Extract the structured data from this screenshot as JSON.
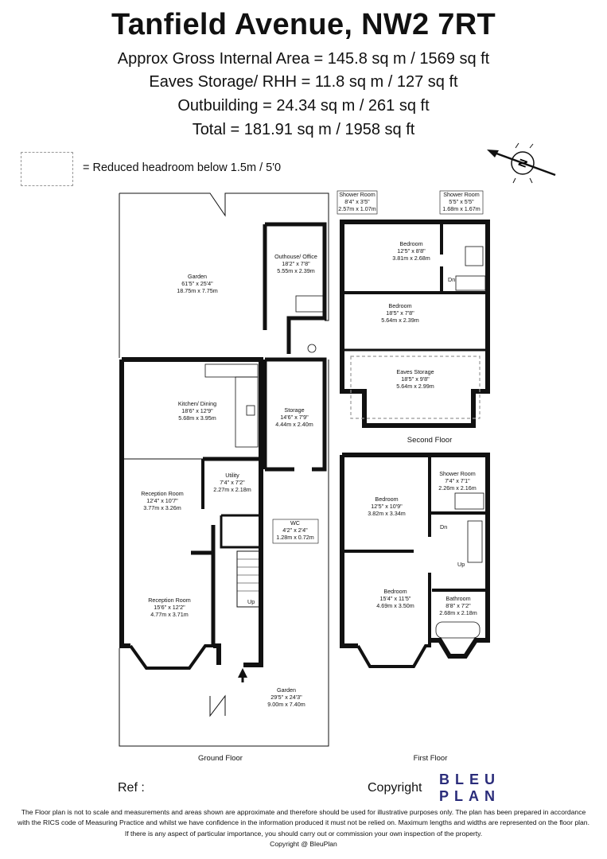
{
  "header": {
    "title": "Tanfield Avenue, NW2 7RT",
    "line1": "Approx Gross Internal Area = 145.8 sq m / 1569 sq ft",
    "line2": "Eaves Storage/ RHH = 11.8 sq m / 127 sq ft",
    "line3": "Outbuilding = 24.34 sq m / 261 sq ft",
    "line4": "Total = 181.91 sq m / 1958 sq ft"
  },
  "legend": {
    "text": "= Reduced headroom below 1.5m / 5'0"
  },
  "compass": {
    "letter": "N"
  },
  "rooms": {
    "garden_rear": {
      "name": "Garden",
      "imp": "61'5\" x 25'4\"",
      "met": "18.75m x 7.75m"
    },
    "outhouse": {
      "name": "Outhouse/ Office",
      "imp": "18'2\" x 7'8\"",
      "met": "5.55m x 2.39m"
    },
    "kitchen": {
      "name": "Kitchen/ Dining",
      "imp": "18'6\" x 12'9\"",
      "met": "5.68m x 3.95m"
    },
    "storage": {
      "name": "Storage",
      "imp": "14'6\" x 7'9\"",
      "met": "4.44m x 2.40m"
    },
    "utility": {
      "name": "Utility",
      "imp": "7'4\" x 7'2\"",
      "met": "2.27m x 2.18m"
    },
    "reception1": {
      "name": "Reception Room",
      "imp": "12'4\" x 10'7\"",
      "met": "3.77m x 3.26m"
    },
    "wc": {
      "name": "WC",
      "imp": "4'2\" x 2'4\"",
      "met": "1.28m x 0.72m"
    },
    "reception2": {
      "name": "Reception Room",
      "imp": "15'6\" x 12'2\"",
      "met": "4.77m x 3.71m"
    },
    "garden_front": {
      "name": "Garden",
      "imp": "29'5\" x 24'3\"",
      "met": "9.00m x 7.40m"
    },
    "shower_sf1": {
      "name": "Shower Room",
      "imp": "8'4\" x 3'5\"",
      "met": "2.57m x 1.07m"
    },
    "shower_sf2": {
      "name": "Shower Room",
      "imp": "5'5\" x 5'5\"",
      "met": "1.68m x 1.67m"
    },
    "bed_sf1": {
      "name": "Bedroom",
      "imp": "12'5\" x 8'8\"",
      "met": "3.81m x 2.68m"
    },
    "bed_sf2": {
      "name": "Bedroom",
      "imp": "18'5\" x 7'8\"",
      "met": "5.64m x 2.39m"
    },
    "eaves": {
      "name": "Eaves Storage",
      "imp": "18'5\" x 9'8\"",
      "met": "5.64m x 2.99m"
    },
    "bed_ff1": {
      "name": "Bedroom",
      "imp": "12'5\" x 10'9\"",
      "met": "3.82m x 3.34m"
    },
    "shower_ff": {
      "name": "Shower Room",
      "imp": "7'4\" x 7'1\"",
      "met": "2.26m x 2.16m"
    },
    "bed_ff2": {
      "name": "Bedroom",
      "imp": "15'4\" x 11'5\"",
      "met": "4.69m x 3.50m"
    },
    "bath_ff": {
      "name": "Bathroom",
      "imp": "8'8\" x 7'2\"",
      "met": "2.68m x 2.18m"
    }
  },
  "marks": {
    "up": "Up",
    "dn": "Dn"
  },
  "floors": {
    "ground": "Ground Floor",
    "first": "First Floor",
    "second": "Second Floor"
  },
  "footer": {
    "ref": "Ref :",
    "copyright": "Copyright",
    "logo_top": "BLEU",
    "logo_bottom": "PLAN",
    "disc1": "The Floor plan is not to scale and measurements and areas shown are approximate and therefore should be used for illustrative purposes only. The plan has been prepared in accordance",
    "disc2": "with the RICS code of Measuring Practice and whilst we have confidence in the information produced it must not be relied on. Maximum lengths and widths are represented on the floor plan.",
    "disc3": "If there is any aspect of particular importance, you should carry out or commission your own inspection of the property.",
    "disc4": "Copyright @ BleuPlan"
  },
  "colors": {
    "wall": "#111111",
    "logo": "#2a2c7a",
    "dashed": "#999999"
  }
}
